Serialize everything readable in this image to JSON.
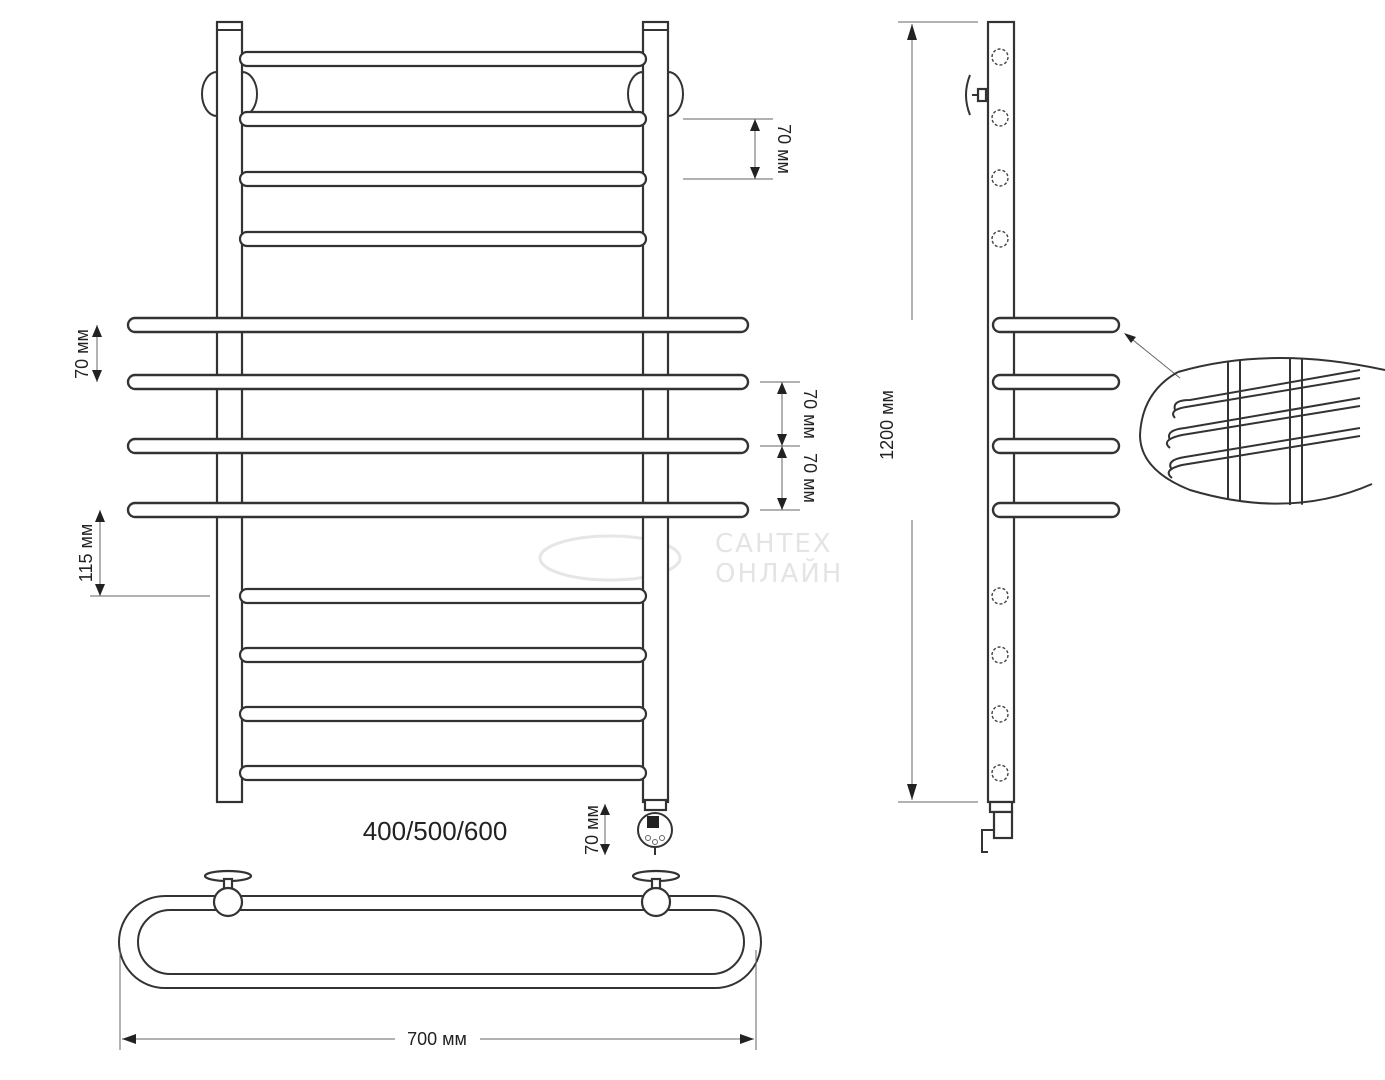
{
  "dimensions": {
    "rung_gap_top": "70 мм",
    "shelf_gap_left": "70 мм",
    "shelf_gap_right_1": "70 мм",
    "shelf_gap_right_2": "70 мм",
    "bottom_gap": "115 мм",
    "connector_gap": "70 мм",
    "height": "1200 мм",
    "width_bottom": "700 мм",
    "width_options": "400/500/600"
  },
  "watermark": {
    "line1": "САНТЕХ",
    "line2": "ОНЛАЙН"
  },
  "colors": {
    "line": "#333333",
    "watermark": "#e4e4e4"
  }
}
